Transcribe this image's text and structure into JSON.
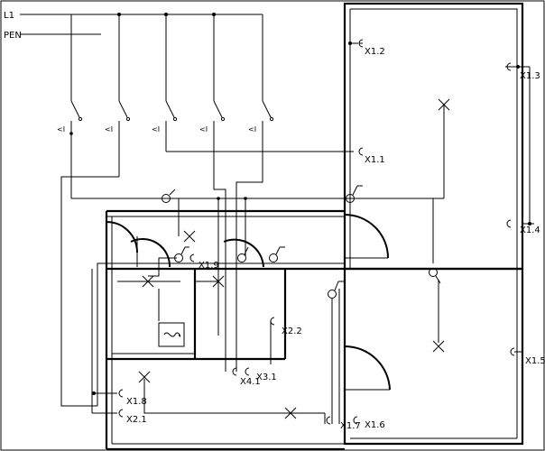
{
  "labels": {
    "l1": "L1",
    "pen": "PEN",
    "breaker": "<I",
    "x1_1": "X1.1",
    "x1_2": "X1.2",
    "x1_3": "X1.3",
    "x1_4": "X1.4",
    "x1_5": "X1.5",
    "x1_6": "X1.6",
    "x1_7": "X1.7",
    "x1_8": "X1.8",
    "x1_9": "X1.9",
    "x2_1": "X2.1",
    "x2_2": "X2.2",
    "x3_1": "X3.1",
    "x4_1": "X4.1"
  }
}
